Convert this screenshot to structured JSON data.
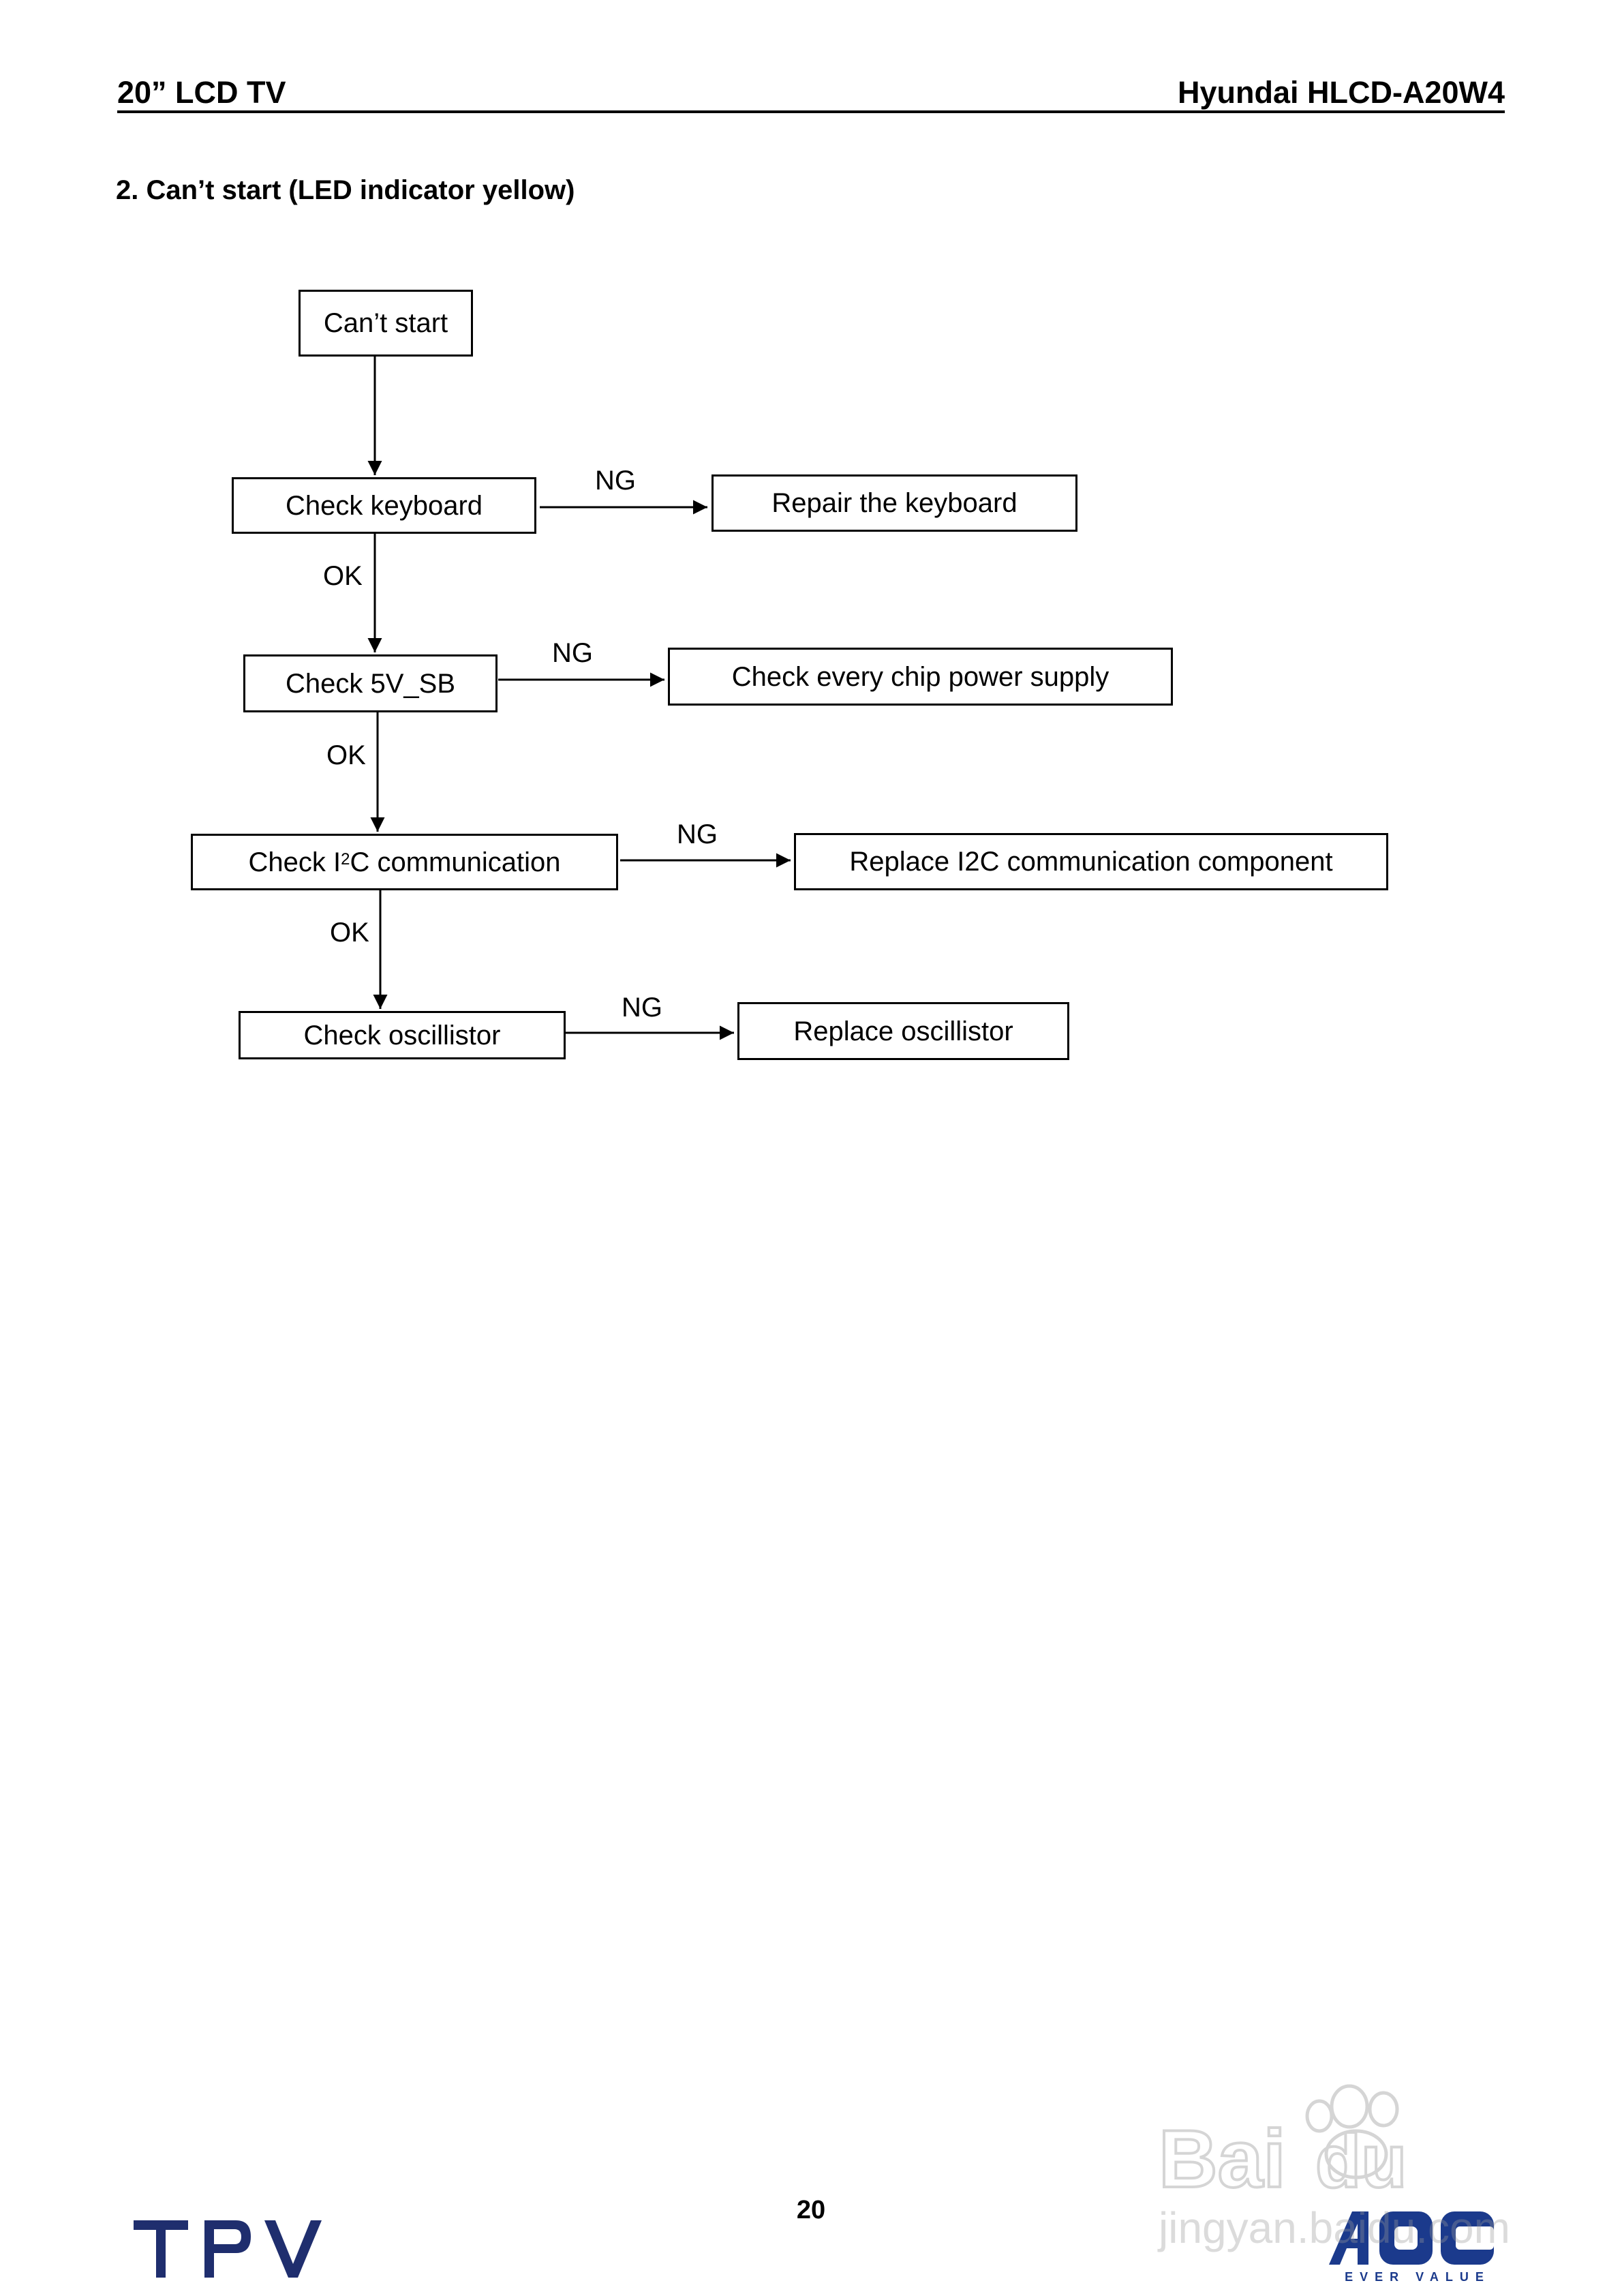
{
  "header": {
    "left": "20” LCD TV",
    "right": "Hyundai HLCD-A20W4"
  },
  "section_title": "2. Can’t start (LED indicator yellow)",
  "flowchart": {
    "start": "Can’t start",
    "steps": [
      {
        "check": "Check keyboard",
        "ng_action": "Repair the keyboard",
        "ok": "OK",
        "ng": "NG"
      },
      {
        "check": "Check 5V_SB",
        "ng_action": "Check every chip power supply",
        "ok": "OK",
        "ng": "NG"
      },
      {
        "check_prefix": "Check I",
        "check_sup": "2",
        "check_suffix": "C communication",
        "ng_action": "Replace I2C communication component",
        "ok": "OK",
        "ng": "NG"
      },
      {
        "check": "Check oscillistor",
        "ng_action": "Replace oscillistor",
        "ng": "NG"
      }
    ]
  },
  "footer": {
    "page_number": "20",
    "logo_left": "TPV",
    "logo_right": "AOC",
    "logo_right_tagline": "EVER VALUE",
    "watermark": "Bai du 经验 jingyan.baidu.com"
  },
  "colors": {
    "text": "#000000",
    "tpv_logo": "#1f2e6e",
    "aoc_logo": "#1b3a8c"
  }
}
